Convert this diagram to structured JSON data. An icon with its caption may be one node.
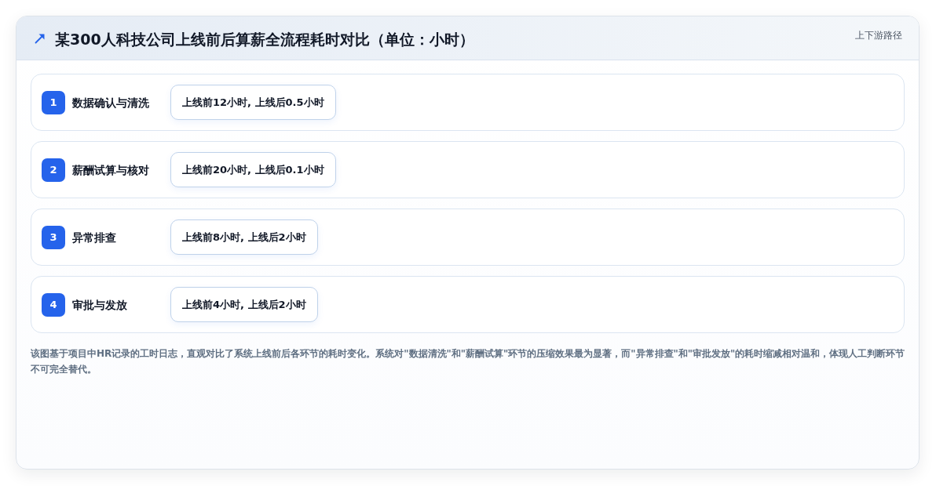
{
  "diagram": {
    "title": "某300人科技公司上线前后算薪全流程耗时对比（单位：小时）",
    "caption": "该图基于项目中HR记录的工时日志，直观对比了系统上线前后各环节的耗时变化。系统对\"数据清洗\"和\"薪酬试算\"环节的压缩效果最为显著，而\"异常排查\"和\"审批发放\"的耗时缩减相对温和，体现人工判断环节不可完全替代。",
    "nodes": [
      {
        "text": [
          "数据确认与清洗"
        ]
      },
      {
        "text": [
          "1"
        ],
        "in": 0
      },
      {
        "text": [
          "上线前12小时, 上线后0.5小时"
        ],
        "in": 0
      },
      {
        "text": [
          "薪酬试算与核对"
        ]
      },
      {
        "text": [
          "2"
        ],
        "in": 3
      },
      {
        "text": [
          "上线前20小时, 上线后0.1小时"
        ],
        "in": 3
      },
      {
        "text": [
          "异常排查"
        ]
      },
      {
        "text": [
          "3"
        ],
        "in": 6
      },
      {
        "text": [
          "上线前8小时, 上线后2小时"
        ],
        "in": 6
      },
      {
        "text": [
          "审批与发放"
        ]
      },
      {
        "text": [
          "4"
        ],
        "in": 9
      },
      {
        "text": [
          "上线前4小时, 上线后2小时"
        ],
        "in": 9
      }
    ],
    "labels": [
      "上下游路径"
    ]
  }
}
